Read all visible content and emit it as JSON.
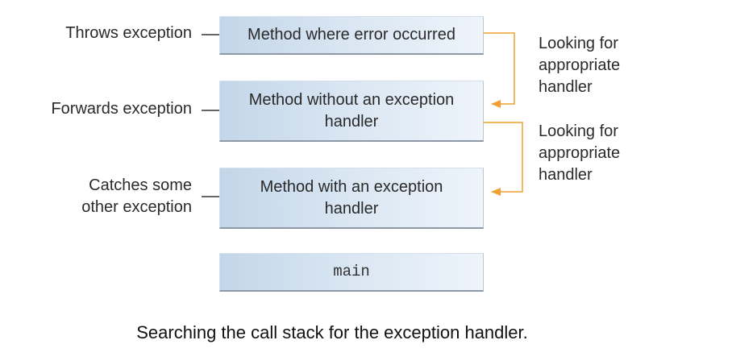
{
  "stack_frames": [
    {
      "text_lines": [
        "Method where error occurred"
      ]
    },
    {
      "text_lines": [
        "Method without an exception",
        "handler"
      ]
    },
    {
      "text_lines": [
        "Method with an exception",
        "handler"
      ]
    },
    {
      "text_lines": [
        "main"
      ]
    }
  ],
  "left_labels": [
    {
      "lines": [
        "Throws exception"
      ]
    },
    {
      "lines": [
        "Forwards exception"
      ]
    },
    {
      "lines": [
        "Catches some",
        "other exception"
      ]
    }
  ],
  "right_labels": [
    {
      "lines": [
        "Looking for",
        "appropriate",
        "handler"
      ]
    },
    {
      "lines": [
        "Looking for",
        "appropriate",
        "handler"
      ]
    }
  ],
  "caption": "Searching the call stack for the exception handler.",
  "colors": {
    "arrow": "#f0a030",
    "connector": "#333333",
    "box_gradient_start": "#c3d6e9",
    "box_gradient_end": "#eef4fa"
  }
}
